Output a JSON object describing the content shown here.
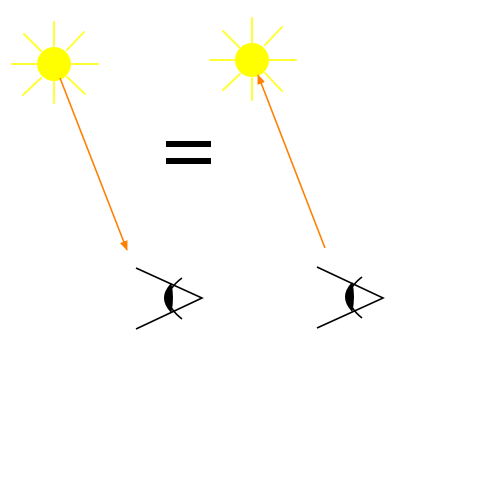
{
  "diagram": {
    "background": "#ffffff",
    "equals_symbol": "=",
    "colors": {
      "sun_core": "#ffff00",
      "sun_rays": "#ffff33",
      "light_ray": "#ff8000",
      "eye_stroke": "#000000",
      "iris": "#000000",
      "equals": "#000000"
    },
    "panels": [
      {
        "name": "left",
        "sun_icon": "sun-icon",
        "eye_icon": "eye-icon",
        "ray_direction": "sun-to-eye"
      },
      {
        "name": "right",
        "sun_icon": "sun-icon",
        "eye_icon": "eye-icon",
        "ray_direction": "eye-to-sun"
      }
    ]
  }
}
